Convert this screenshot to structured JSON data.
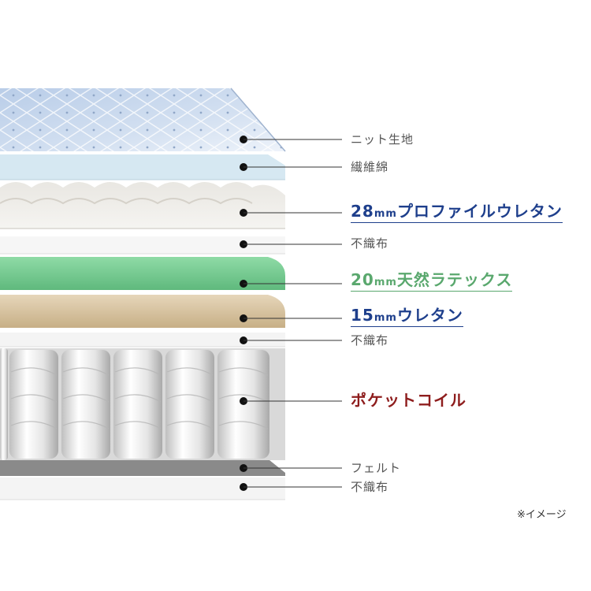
{
  "labels": {
    "knit": "ニット生地",
    "fiber": "繊維綿",
    "profile_num": "28",
    "profile_unit": "mm",
    "profile_name": "プロファイルウレタン",
    "nonwoven1": "不織布",
    "latex_num": "20",
    "latex_unit": "mm",
    "latex_name": "天然ラテックス",
    "urethane_num": "15",
    "urethane_unit": "mm",
    "urethane_name": "ウレタン",
    "nonwoven2": "不織布",
    "coil": "ポケットコイル",
    "felt": "フェルト",
    "nonwoven3": "不織布"
  },
  "note": "※イメージ",
  "colors": {
    "blue_accent": "#1e3f8c",
    "green_accent": "#5aa86e",
    "red_accent": "#8e1d1d",
    "knit_fabric": "#c9d9ee",
    "fiber_layer": "#d6e8f2",
    "latex_layer": "#7ccf96",
    "urethane_layer": "#d8c4a2",
    "felt_layer": "#8a8a8a"
  }
}
